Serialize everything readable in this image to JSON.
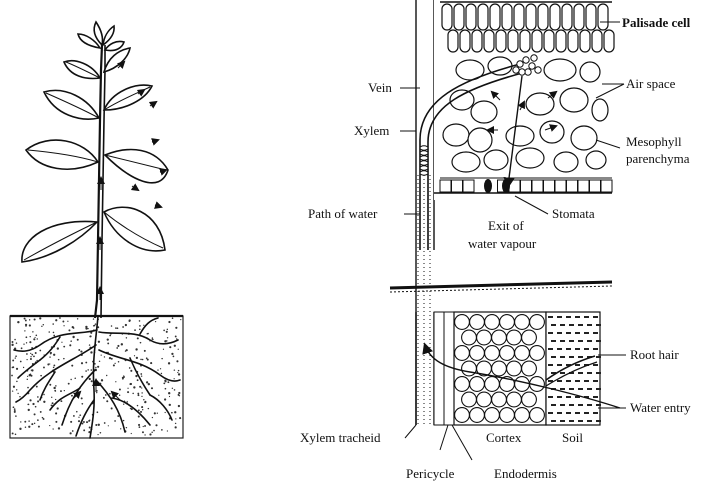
{
  "diagram": {
    "labels": {
      "palisade_cell": "Palisade cell",
      "air_space": "Air space",
      "mesophyll_line1": "Mesophyll",
      "mesophyll_line2": "parenchyma",
      "vein": "Vein",
      "xylem": "Xylem",
      "path_of_water": "Path of water",
      "exit_line1": "Exit of",
      "exit_line2": "water vapour",
      "stomata": "Stomata",
      "root_hair": "Root hair",
      "water_entry": "Water entry",
      "xylem_tracheid": "Xylem tracheid",
      "cortex": "Cortex",
      "soil": "Soil",
      "pericycle": "Pericycle",
      "endodermis": "Endodermis"
    },
    "colors": {
      "ink": "#111111",
      "paper": "#ffffff",
      "soil_dot": "#333333"
    }
  }
}
